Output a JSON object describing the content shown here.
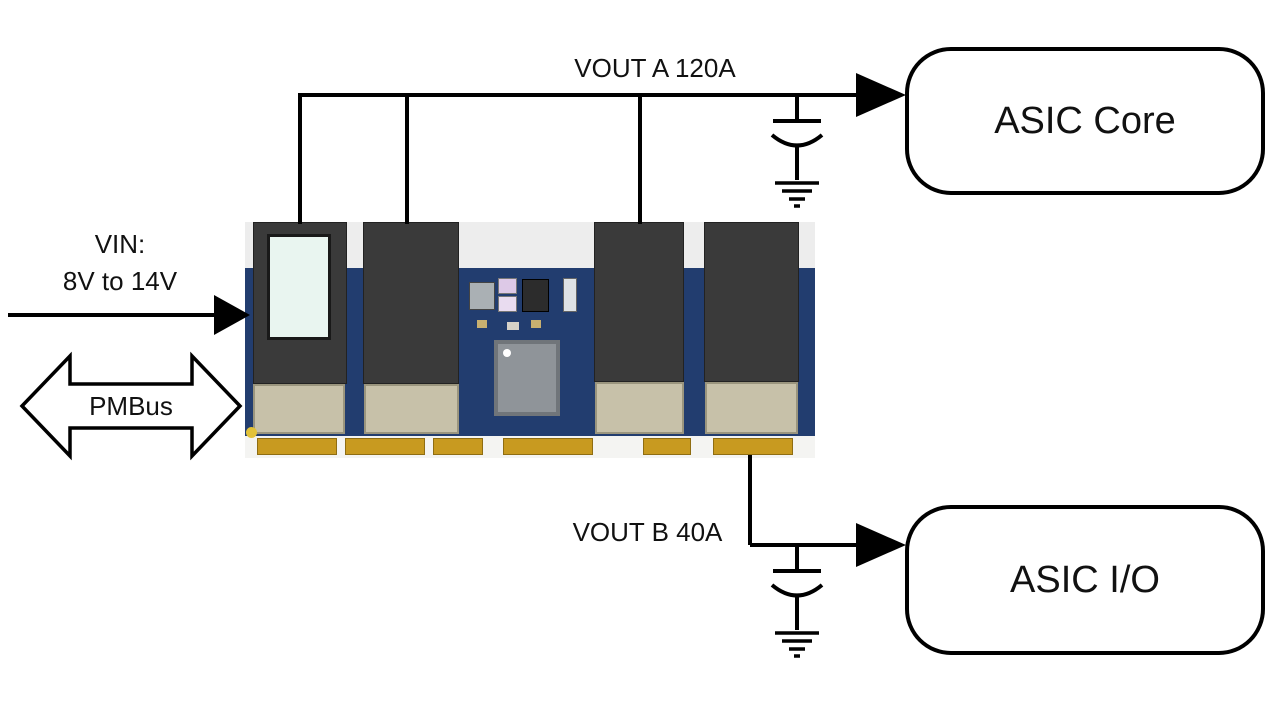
{
  "labels": {
    "vin_line1": "VIN:",
    "vin_line2": "8V to 14V",
    "pmbus": "PMBus",
    "vout_a": "VOUT A 120A",
    "vout_b": "VOUT B 40A",
    "asic_core": "ASIC Core",
    "asic_io": "ASIC I/O"
  },
  "colors": {
    "wire": "#000000",
    "background": "#ffffff",
    "box_border": "#000000",
    "pcb_blue": "#223d6f",
    "module_dark": "#3a3a3a",
    "module_window": "#e9f5f0",
    "connector_tan": "#c7c1a9",
    "pad_gold": "#c89a20",
    "controller_gray": "#8f9499"
  }
}
